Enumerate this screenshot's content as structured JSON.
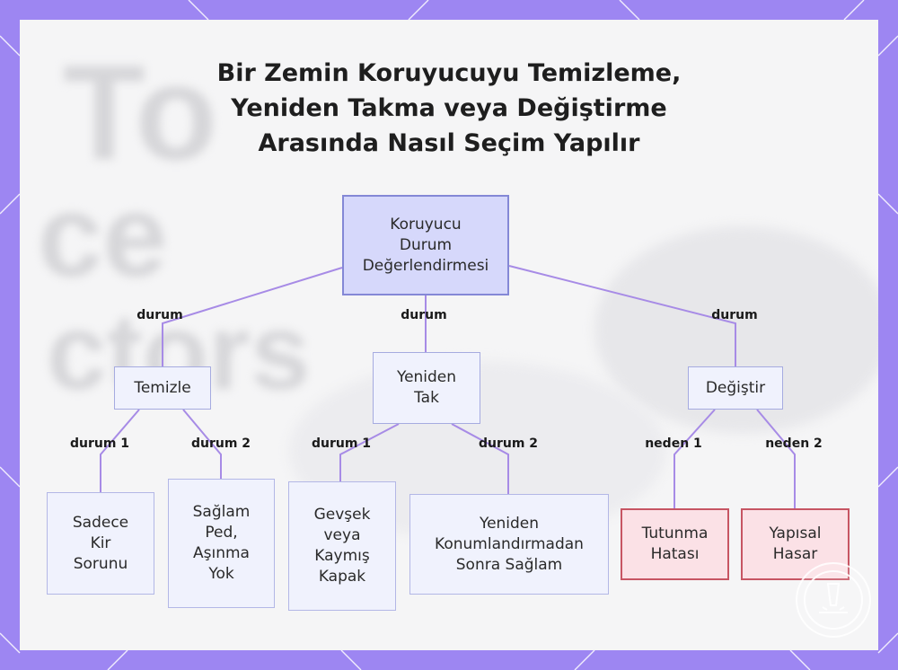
{
  "title_lines": [
    "Bir Zemin Koruyucuyu Temizleme,",
    "Yeniden Takma veya Değiştirme",
    "Arasında Nasıl Seçim Yapılır"
  ],
  "nodes": {
    "root": [
      "Koruyucu",
      "Durum",
      "Değerlendirmesi"
    ],
    "clean": [
      "Temizle"
    ],
    "refit": [
      "Yeniden",
      "Tak"
    ],
    "replace": [
      "Değiştir"
    ],
    "dirt_only": [
      "Sadece",
      "Kir",
      "Sorunu"
    ],
    "intact_pad": [
      "Sağlam",
      "Ped,",
      "Aşınma",
      "Yok"
    ],
    "loose_cap": [
      "Gevşek",
      "veya",
      "Kaymış",
      "Kapak"
    ],
    "solid_after": [
      "Yeniden",
      "Konumlandırmadan",
      "Sonra Sağlam"
    ],
    "grip_failure": [
      "Tutunma",
      "Hatası"
    ],
    "structural": [
      "Yapısal",
      "Hasar"
    ]
  },
  "edge_labels": {
    "root_clean": "durum",
    "root_refit": "durum",
    "root_replace": "durum",
    "clean_1": "durum 1",
    "clean_2": "durum 2",
    "refit_1": "durum 1",
    "refit_2": "durum 2",
    "replace_1": "neden 1",
    "replace_2": "neden 2"
  },
  "colors": {
    "frame": "#9d86f2",
    "edge": "#a78be6",
    "root_fill": "#d6d8fb",
    "node_fill": "#f0f2fd",
    "alert_fill": "#fbe1e6",
    "alert_border": "#c75563"
  },
  "icons": {
    "frame_decoration": "diagonal-lines",
    "watermark": "stamp-logo-icon"
  }
}
